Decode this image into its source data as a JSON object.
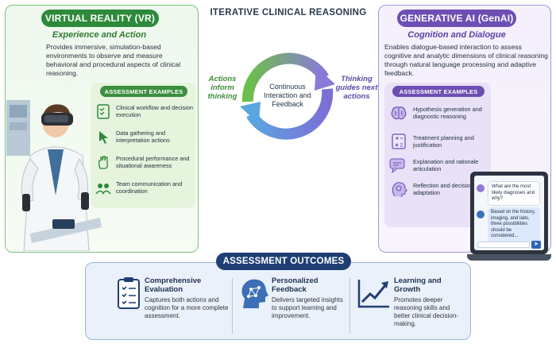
{
  "center": {
    "title": "ITERATIVE CLINICAL REASONING",
    "cycle_label": "Continuous Interaction and Feedback",
    "left_arrow_label": "Actions inform thinking",
    "right_arrow_label": "Thinking guides next actions"
  },
  "vr": {
    "title": "VIRTUAL REALITY (VR)",
    "subtitle": "Experience and Action",
    "description": "Provides immersive, simulation-based environments to observe and measure behavioral and procedural aspects of clinical reasoning.",
    "examples_title": "ASSESSMENT EXAMPLES",
    "examples": [
      {
        "icon": "checklist-icon",
        "label": "Clinical workflow and decision execution"
      },
      {
        "icon": "cursor-icon",
        "label": "Data gathering and interpretation actions"
      },
      {
        "icon": "hand-icon",
        "label": "Procedural performance and situational awareness"
      },
      {
        "icon": "team-icon",
        "label": "Team communication and coordination"
      }
    ],
    "accent": "#2e8a3a"
  },
  "genai": {
    "title": "GENERATIVE AI (GenAI)",
    "subtitle": "Cognition and Dialogue",
    "description": "Enables dialogue-based interaction to assess cognitive and analytic dimensions of clinical reasoning through natural language processing and adaptive feedback.",
    "examples_title": "ASSESSMENT EXAMPLES",
    "examples": [
      {
        "icon": "brain-icon",
        "label": "Hypothesis generation and diagnostic reasoning"
      },
      {
        "icon": "calculator-icon",
        "label": "Treatment planning and justification"
      },
      {
        "icon": "chat-icon",
        "label": "Explanation and rationale articulation"
      },
      {
        "icon": "reflection-icon",
        "label": "Reflection and decision adaptation"
      }
    ],
    "accent": "#6d4fb3",
    "chat": {
      "user_message": "What are the most likely diagnoses and why?",
      "bot_message": "Based on the history, imaging, and labs, three possibilities should be considered..."
    }
  },
  "outcomes": {
    "title": "ASSESSMENT OUTCOMES",
    "items": [
      {
        "icon": "clipboard-check-icon",
        "heading": "Comprehensive Evaluation",
        "text": "Captures both actions and cognition for a more complete assessment."
      },
      {
        "icon": "network-head-icon",
        "heading": "Personalized Feedback",
        "text": "Delivers targeted insights to support learning and improvement."
      },
      {
        "icon": "growth-chart-icon",
        "heading": "Learning and Growth",
        "text": "Promotes deeper reasoning skills and better clinical decision-making."
      }
    ]
  }
}
